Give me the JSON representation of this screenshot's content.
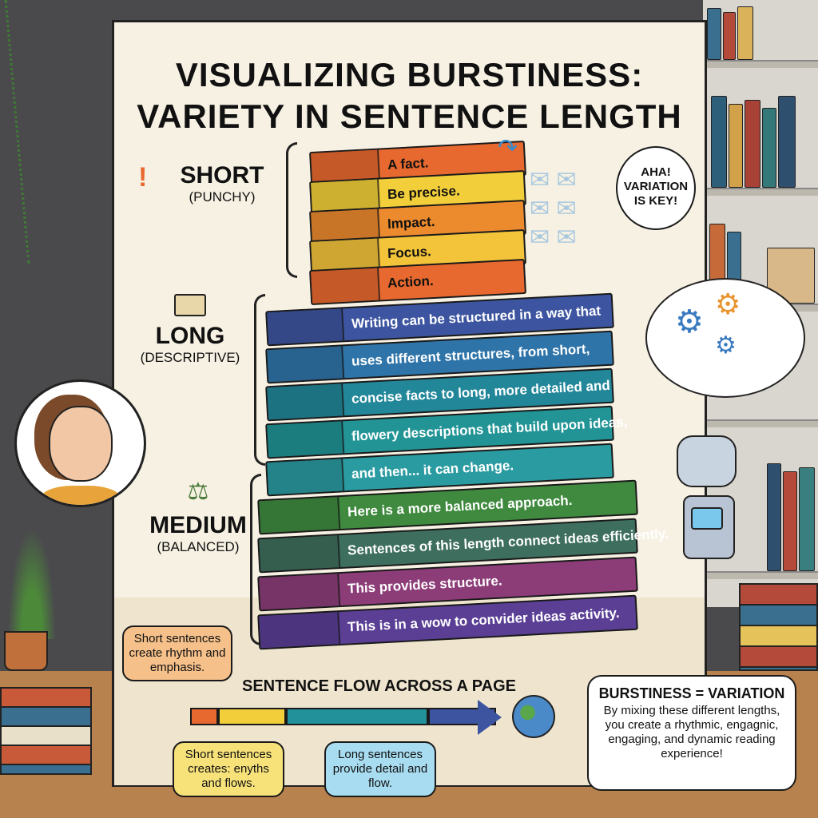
{
  "title": {
    "line1": "VISUALIZING BURSTINESS:",
    "line2": "VARIETY IN SENTENCE LENGTH"
  },
  "categories": [
    {
      "label": "SHORT",
      "sublabel": "(PUNCHY)",
      "icon": "exclamation-icon"
    },
    {
      "label": "LONG",
      "sublabel": "(DESCRIPTIVE)",
      "icon": "open-book-icon"
    },
    {
      "label": "MEDIUM",
      "sublabel": "(BALANCED)",
      "icon": "balance-scale-icon"
    }
  ],
  "short_blocks": [
    {
      "text": "A fact.",
      "color": "#e8692f"
    },
    {
      "text": "Be precise.",
      "color": "#f2cf3a"
    },
    {
      "text": "Impact.",
      "color": "#ec8a2e"
    },
    {
      "text": "Focus.",
      "color": "#f3c43a"
    },
    {
      "text": "Action.",
      "color": "#e8692f"
    }
  ],
  "long_blocks": [
    {
      "text": "Writing can be structured in a way that",
      "color": "#3d55a0"
    },
    {
      "text": "uses different structures, from short,",
      "color": "#2f74a8"
    },
    {
      "text": "concise facts to long, more detailed and",
      "color": "#23879a"
    },
    {
      "text": "flowery descriptions that build upon ideas,",
      "color": "#229496"
    },
    {
      "text": "and then... it can change.",
      "color": "#2a9ba0"
    }
  ],
  "medium_blocks": [
    {
      "text": "Here is a more balanced approach.",
      "color": "#3f8a3e"
    },
    {
      "text": "Sentences of this length connect ideas efficiently.",
      "color": "#3e6f5e"
    },
    {
      "text": "This provides structure.",
      "color": "#8c3d78"
    },
    {
      "text": "This is in a wow to convider ideas activity.",
      "color": "#5a3f95"
    }
  ],
  "robot_bubble": "AHA! VARIATION IS KEY!",
  "flow": {
    "heading": "SENTENCE FLOW ACROSS A PAGE",
    "segments": [
      {
        "color": "#e8692f"
      },
      {
        "color": "#f2cf3a"
      },
      {
        "color": "#23919a"
      },
      {
        "color": "#3d55a0"
      }
    ]
  },
  "callouts": {
    "orange": "Short sentences create rhythm and emphasis.",
    "yellow": "Short sentences creates: enyths and flows.",
    "blue": "Long sentences provide detail and flow."
  },
  "summary": {
    "heading": "BURSTINESS = VARIATION",
    "body": "By mixing these different lengths, you create a rhythmic, engagnic, engaging, and dynamic reading experience!"
  }
}
